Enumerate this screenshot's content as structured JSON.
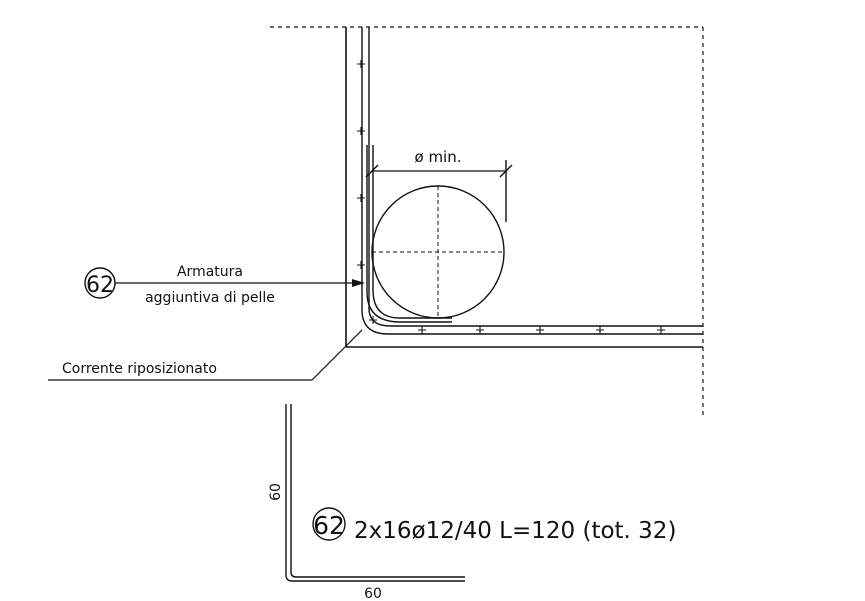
{
  "annotations": {
    "diameter_label": "ø min.",
    "rebar_label_line1": "Armatura",
    "rebar_label_line2": "aggiuntiva di pelle",
    "corrente_label": "Corrente riposizionato"
  },
  "markers": {
    "detail_mark": "62",
    "schedule_mark": "62"
  },
  "schedule": {
    "spec": "2x16ø12/40 L=120 (tot. 32)",
    "vertical_dim": "60",
    "horizontal_dim": "60"
  },
  "colors": {
    "line": "#111111",
    "background": "#ffffff"
  }
}
